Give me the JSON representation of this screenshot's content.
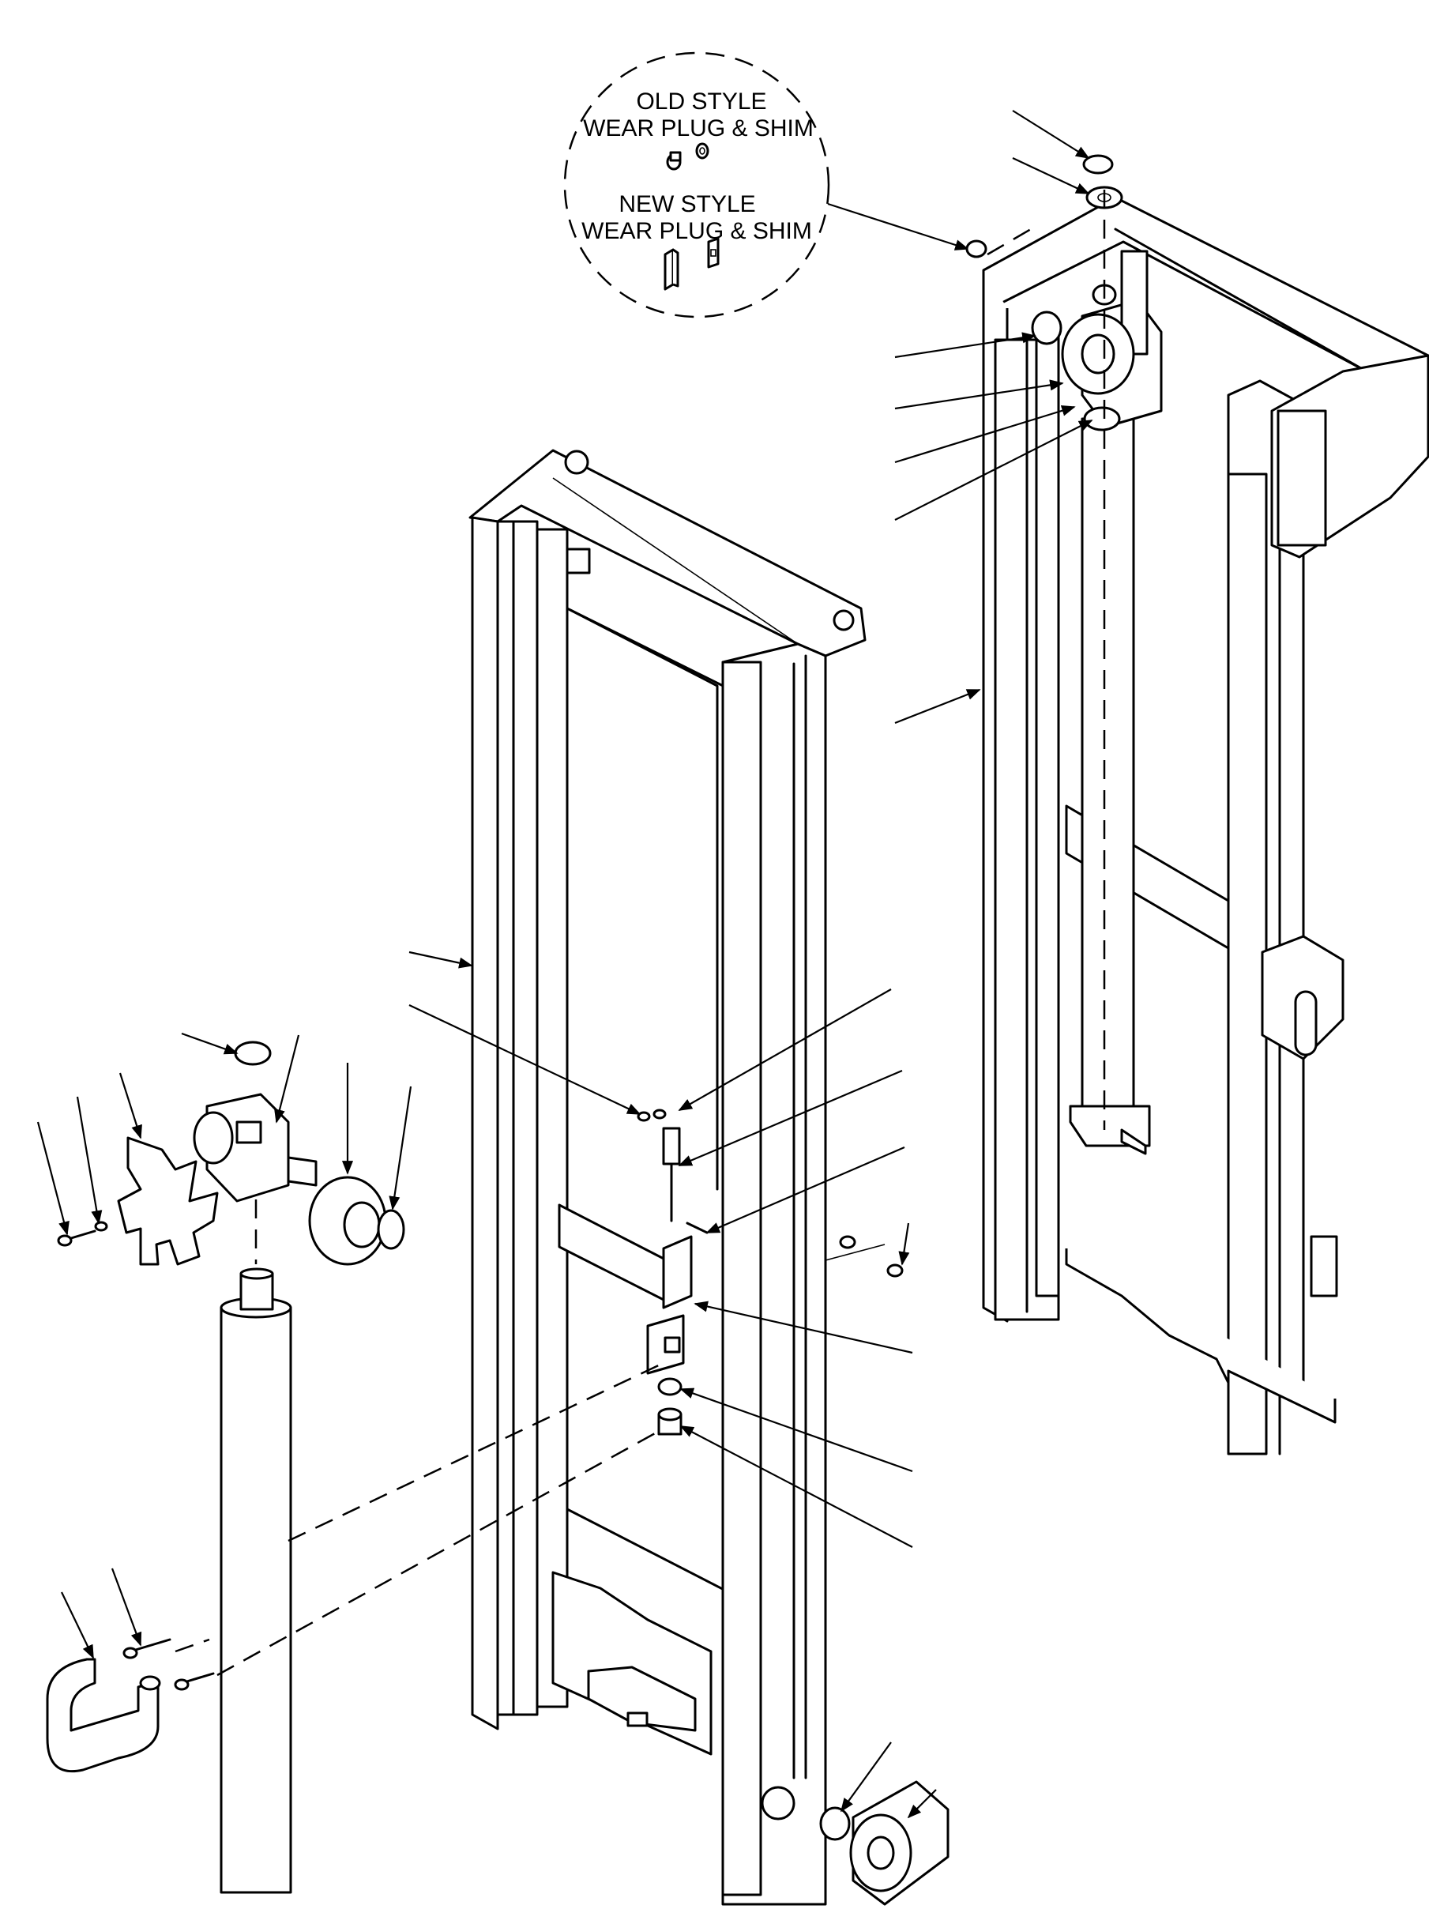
{
  "detail_callout": {
    "old_style_line1": "OLD STYLE",
    "old_style_line2": "WEAR PLUG & SHIM",
    "new_style_line1": "NEW STYLE",
    "new_style_line2": "WEAR PLUG & SHIM"
  },
  "colors": {
    "line": "#000000",
    "background": "#ffffff"
  }
}
